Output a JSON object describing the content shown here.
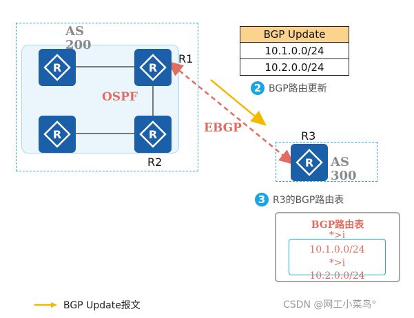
{
  "as200": {
    "label": "AS 200",
    "igp_label": "OSPF"
  },
  "as300": {
    "label": "AS 300"
  },
  "routers": {
    "r1": "R1",
    "r2": "R2",
    "r3": "R3"
  },
  "router_glyph": "R",
  "link_label": "EBGP",
  "update_table": {
    "header": "BGP Update",
    "routes": [
      "10.1.0.0/24",
      "10.2.0.0/24"
    ]
  },
  "steps": [
    {
      "number": "2",
      "text": "BGP路由更新"
    },
    {
      "number": "3",
      "text": "R3的BGP路由表"
    }
  ],
  "routing_table": {
    "title": "BGP路由表",
    "entries": [
      {
        "flag": "*>i",
        "prefix": "10.1.0.0/24"
      },
      {
        "flag": "*>i",
        "prefix": "10.2.0.0/24"
      }
    ]
  },
  "legend": {
    "text": "BGP Update报文"
  },
  "watermark": "CSDN @网工小菜鸟°",
  "colors": {
    "router_fill": "#1a5fa8",
    "ebgp_link": "#e36c60",
    "update_arrow": "#f5b800",
    "step_badge": "#18a6e3",
    "table_header": "#fbd38e"
  }
}
